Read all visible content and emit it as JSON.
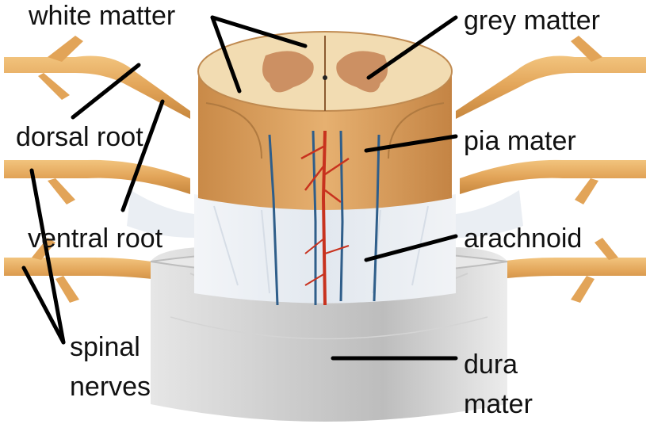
{
  "labels": {
    "white_matter": "white matter",
    "grey_matter": "grey matter",
    "dorsal_root": "dorsal root",
    "pia_mater": "pia mater",
    "ventral_root": "ventral root",
    "arachnoid": "arachnoid",
    "spinal_nerves_line1": "spinal",
    "spinal_nerves_line2": "nerves",
    "dura_mater_line1": "dura",
    "dura_mater_line2": "mater"
  },
  "colors": {
    "dura": "#d9d9d9",
    "arachnoid": "#e9eef4",
    "cord_outer": "#e8c08a",
    "grey_matter": "#c8875a",
    "nerve": "#e0a85a",
    "vein": "#2f5e8a",
    "artery": "#c8321e",
    "leader_line": "#000000"
  }
}
